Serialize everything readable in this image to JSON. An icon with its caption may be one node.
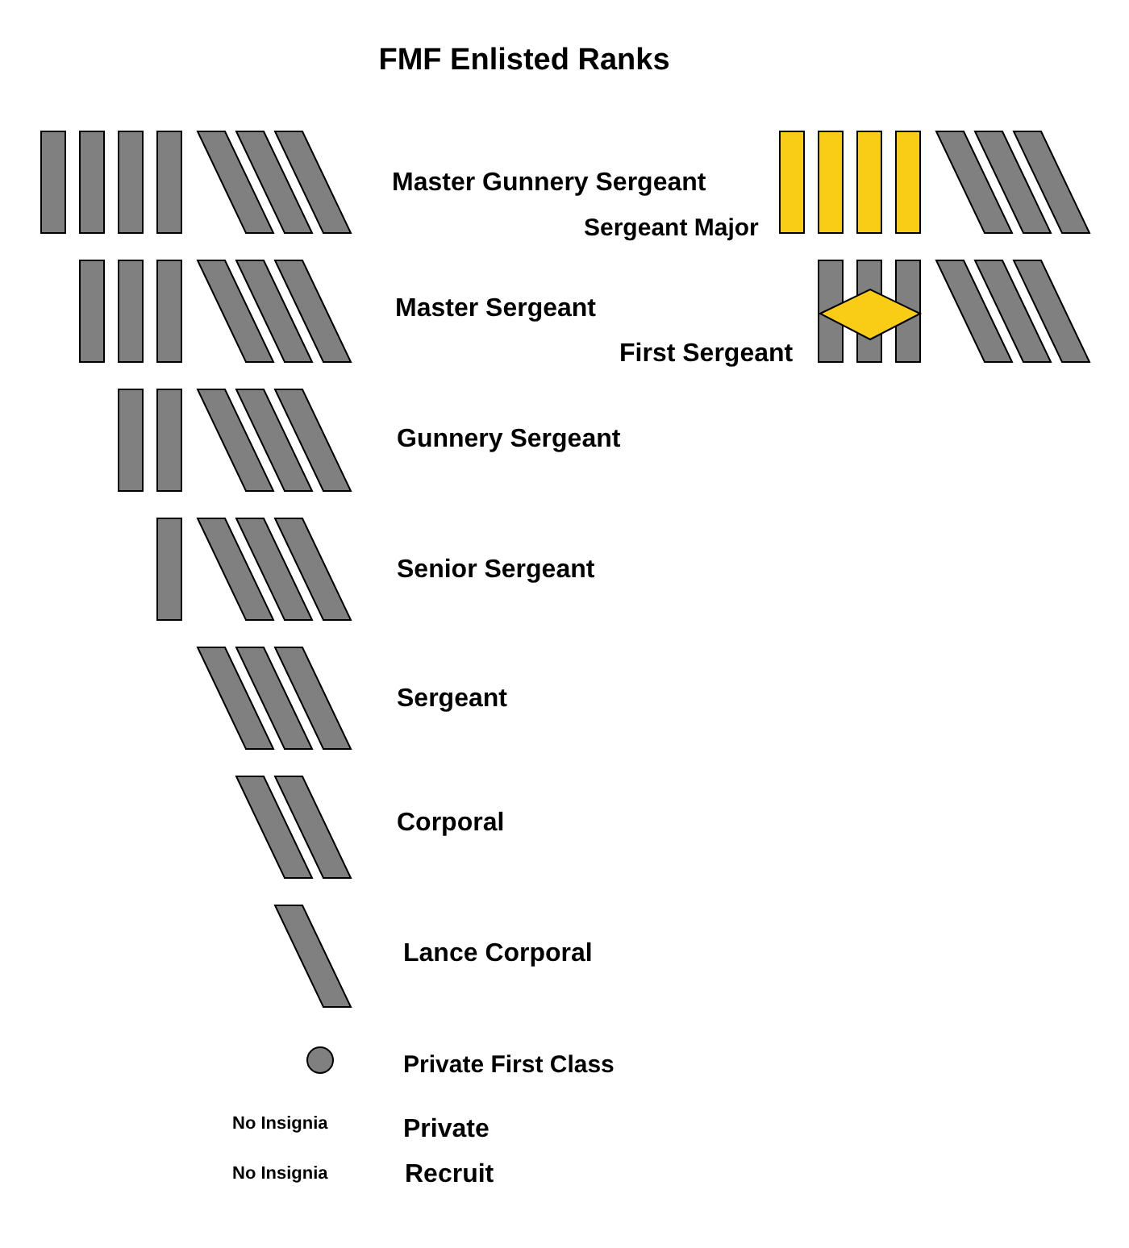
{
  "diagram": {
    "title": "FMF Enlisted Ranks",
    "labels": [
      "Master Gunnery Sergeant",
      "Sergeant Major",
      "Master Sergeant",
      "First Sergeant",
      "Gunnery Sergeant",
      "Senior Sergeant",
      "Sergeant",
      "Corporal",
      "Lance Corporal",
      "Private First Class",
      "No Insignia",
      "Private",
      "No Insignia",
      "Recruit"
    ]
  }
}
